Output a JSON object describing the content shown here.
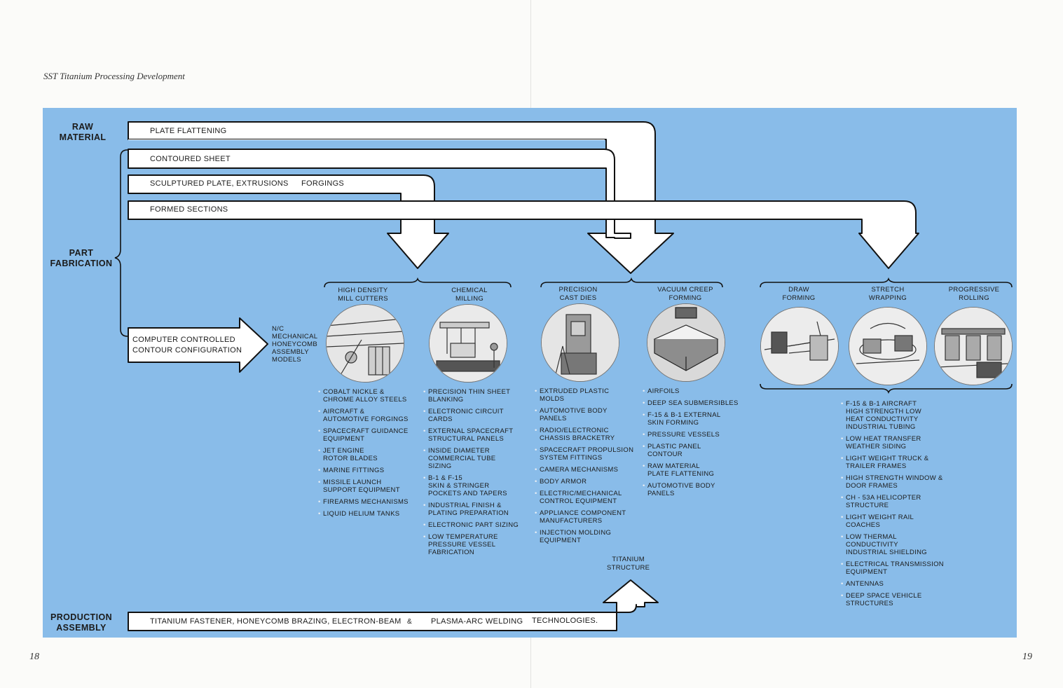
{
  "header": {
    "title": "SST Titanium Processing Development"
  },
  "pages": {
    "left": "18",
    "right": "19"
  },
  "colors": {
    "panel": "#89bce9",
    "arrow_fill": "#ffffff",
    "arrow_stroke": "#111111"
  },
  "stages": {
    "raw_material": "RAW\nMATERIAL",
    "part_fabrication": "PART\nFABRICATION",
    "production_assembly": "PRODUCTION\nASSEMBLY"
  },
  "flows": {
    "plate_flattening": "PLATE FLATTENING",
    "contoured_sheet": "CONTOURED SHEET",
    "sculptured_plate": "SCULPTURED PLATE, EXTRUSIONS",
    "forgings": "FORGINGS",
    "formed_sections": "FORMED SECTIONS",
    "computer_controlled": "COMPUTER CONTROLLED\nCONTOUR CONFIGURATION",
    "nc_models": "N/C\nMECHANICAL\nHONEYCOMB\nASSEMBLY\nMODELS",
    "production_line_a": "TITANIUM FASTENER, HONEYCOMB BRAZING, ELECTRON-BEAM",
    "production_amp": "&",
    "production_line_b": "PLASMA-ARC  WELDING",
    "production_line_c": "TECHNOLOGIES.",
    "titanium_structure": "TITANIUM\nSTRUCTURE"
  },
  "processes": [
    {
      "label": "HIGH DENSITY\nMILL CUTTERS",
      "icon": "mill-cutter-photo"
    },
    {
      "label": "CHEMICAL\nMILLING",
      "icon": "chemical-milling-photo"
    },
    {
      "label": "PRECISION\nCAST DIES",
      "icon": "cast-dies-photo"
    },
    {
      "label": "VACUUM CREEP\nFORMING",
      "icon": "vacuum-creep-photo"
    },
    {
      "label": "DRAW\nFORMING",
      "icon": "draw-forming-photo"
    },
    {
      "label": "STRETCH\nWRAPPING",
      "icon": "stretch-wrapping-photo"
    },
    {
      "label": "PROGRESSIVE\nROLLING",
      "icon": "progressive-rolling-photo"
    }
  ],
  "applications": {
    "mill": [
      "COBALT  NICKLE &\nCHROME ALLOY STEELS",
      "AIRCRAFT &\nAUTOMOTIVE FORGINGS",
      "SPACECRAFT GUIDANCE\nEQUIPMENT",
      "JET ENGINE\nROTOR BLADES",
      "MARINE FITTINGS",
      "MISSILE LAUNCH\nSUPPORT EQUIPMENT",
      "FIREARMS MECHANISMS",
      "LIQUID HELIUM TANKS"
    ],
    "chemical": [
      "PRECISION THIN SHEET\nBLANKING",
      "ELECTRONIC CIRCUIT\nCARDS",
      "EXTERNAL SPACECRAFT\nSTRUCTURAL PANELS",
      "INSIDE DIAMETER\nCOMMERCIAL TUBE\nSIZING",
      "B-1 & F-15\nSKIN & STRINGER\nPOCKETS AND TAPERS",
      "INDUSTRIAL FINISH   &\nPLATING PREPARATION",
      "ELECTRONIC PART SIZING",
      "LOW TEMPERATURE\nPRESSURE VESSEL\nFABRICATION"
    ],
    "cast": [
      "EXTRUDED PLASTIC\nMOLDS",
      "AUTOMOTIVE BODY\nPANELS",
      "RADIO/ELECTRONIC\nCHASSIS BRACKETRY",
      "SPACECRAFT PROPULSION\nSYSTEM FITTINGS",
      "CAMERA MECHANISMS",
      "BODY ARMOR",
      "ELECTRIC/MECHANICAL\nCONTROL EQUIPMENT",
      "APPLIANCE COMPONENT\nMANUFACTURERS",
      "INJECTION MOLDING\nEQUIPMENT"
    ],
    "vacuum": [
      "AIRFOILS",
      "DEEP SEA SUBMERSIBLES",
      "F-15 & B-1 EXTERNAL\nSKIN FORMING",
      "PRESSURE VESSELS",
      "PLASTIC PANEL\nCONTOUR",
      "RAW MATERIAL\nPLATE FLATTENING",
      "AUTOMOTIVE BODY\nPANELS"
    ],
    "forming": [
      "F-15 & B-1 AIRCRAFT\nHIGH STRENGTH LOW\nHEAT  CONDUCTIVITY\nINDUSTRIAL TUBING",
      "LOW HEAT TRANSFER\nWEATHER SIDING",
      "LIGHT WEIGHT TRUCK &\nTRAILER FRAMES",
      "HIGH STRENGTH WINDOW &\nDOOR FRAMES",
      "CH - 53A HELICOPTER\nSTRUCTURE",
      "LIGHT WEIGHT RAIL\nCOACHES",
      "LOW THERMAL\nCONDUCTIVITY\nINDUSTRIAL SHIELDING",
      "ELECTRICAL TRANSMISSION\nEQUIPMENT",
      "ANTENNAS",
      "DEEP SPACE VEHICLE\nSTRUCTURES"
    ]
  }
}
